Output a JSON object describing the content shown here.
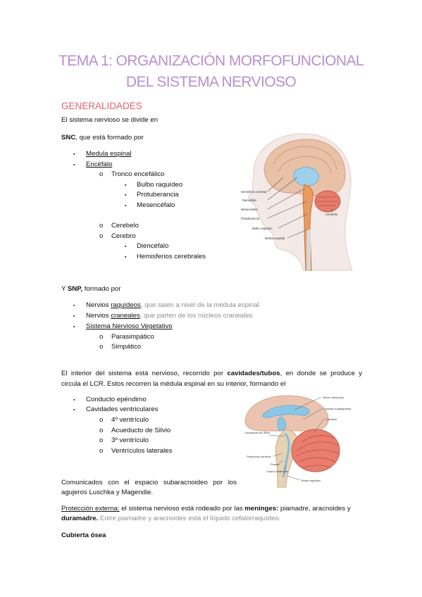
{
  "title": {
    "line1": "TEMA 1: ORGANIZACIÓN MORFOFUNCIONAL",
    "line2": "DEL SISTEMA NERVIOSO"
  },
  "section": "GENERALIDADES",
  "intro": "El sistema nervioso se divide en",
  "snc": {
    "label": "SNC",
    "suffix": ", que está formado por",
    "items": [
      {
        "text": "Medula espinal"
      },
      {
        "text": "Encéfalo"
      }
    ],
    "tronco": "Tronco encefálico",
    "tronco_items": [
      "Bulbo raquídeo",
      "Protuberancia",
      "Mesencéfalo"
    ],
    "cerebelo": "Cerebelo",
    "cerebro": "Cerebro",
    "cerebro_items": [
      "Diencéfalo",
      "Hemisferios cerebrales"
    ]
  },
  "snp": {
    "prefix": "Y ",
    "label": "SNP,",
    "suffix": " formado por",
    "item1": {
      "pre": "Nervios ",
      "u": "raquídeos",
      "post": ", que salen a nivel de la médula espinal"
    },
    "item2": {
      "pre": "Nervios ",
      "u": "craneales",
      "post": ", que parten de los núcleos craneales"
    },
    "item3": "Sistema Nervioso Vegetativo",
    "sub": [
      "Parasimpático",
      "Simpático"
    ]
  },
  "interior": {
    "line1_pre": "El interior del sistema está nervioso, recorrido por ",
    "line1_bold": "cavidades/tubos",
    "line1_post": ", en donde se produce y",
    "line2": "circula el LCR. Estos recorren la médula espinal en su interior, formando el",
    "items": [
      "Conducto epéndimo",
      "Cavidades ventriculares"
    ],
    "sub": [
      "4º ventrículo",
      "Acueducto de Silvio",
      "3º ventrículo",
      "Ventrículos laterales"
    ]
  },
  "comunicados": {
    "line1": "Comunicados con el espacio subaracnoideo por los",
    "line2": "agujeros Luschka y Magendie."
  },
  "proteccion": {
    "label": "Protección externa:",
    "text1": " el sistema nervioso está rodeado por las ",
    "bold": "meninges:",
    "text2": " piamadre, aracnoides y",
    "line2_bold": "duramadre.",
    "line2_gray": " Entre piamadre y aracnoides está el líquido cefalorraquídeo."
  },
  "cubierta": "Cubierta ósea",
  "figure1": {
    "labels": [
      "Hemisferio cerebral",
      "Diencéfalo",
      "Mesencéfalo",
      "Protuberancia",
      "Bulbo raquídeo",
      "Médula espinal",
      "Cerebelo"
    ]
  },
  "figure2": {
    "labels": [
      "Tercer Ventrículo",
      "Lámina cuadrigémina",
      "Cerebelo",
      "Acueducto de Silvio",
      "Pedúnculo cerebral",
      "Puente",
      "Cuarto Ventrículo",
      "Bulbo raquídeo"
    ]
  },
  "colors": {
    "title": "#b98fd0",
    "section": "#e8606f",
    "gray_text": "#8e8e8e"
  },
  "bullets": {
    "square": "▪",
    "circle": "o"
  }
}
